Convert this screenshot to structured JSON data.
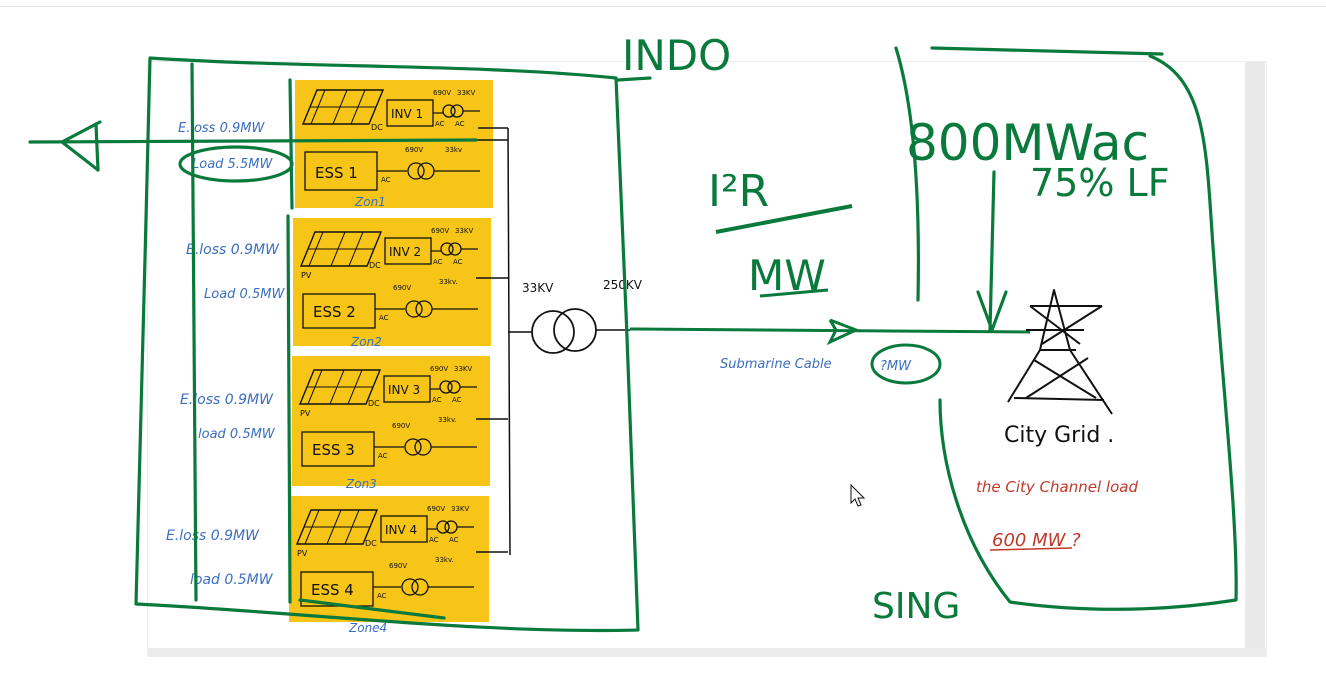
{
  "colors": {
    "ink_green": "#0a7a3c",
    "ink_black": "#111111",
    "zone_fill": "#f6c518",
    "blue_text": "#3b6fbf",
    "red_text": "#c0392b"
  },
  "regions": {
    "left": "INDO",
    "right": "SING"
  },
  "zones": [
    {
      "eloss": "E.loss 0.9MW",
      "load": "Load 5.5MW",
      "inv": "INV 1",
      "ess": "ESS 1",
      "label": "Zon1",
      "pv": "",
      "dc": "DC",
      "ac_a": "AC",
      "ac_b": "AC",
      "ac_c": "AC",
      "v1": "690V",
      "v2": "33KV",
      "v3": "690V",
      "v4": "33kv"
    },
    {
      "eloss": "E.loss 0.9MW",
      "load": "Load 0.5MW",
      "inv": "INV 2",
      "ess": "ESS 2",
      "label": "Zon2",
      "pv": "PV",
      "dc": "DC",
      "ac_a": "AC",
      "ac_b": "AC",
      "ac_c": "AC",
      "v1": "690V",
      "v2": "33KV",
      "v3": "690V",
      "v4": "33kv."
    },
    {
      "eloss": "E.loss 0.9MW",
      "load": "load 0.5MW",
      "inv": "INV 3",
      "ess": "ESS 3",
      "label": "Zon3",
      "pv": "PV",
      "dc": "DC",
      "ac_a": "AC",
      "ac_b": "AC",
      "ac_c": "AC",
      "v1": "690V",
      "v2": "33KV",
      "v3": "690V",
      "v4": "33kv."
    },
    {
      "eloss": "E.loss 0.9MW",
      "load": "load 0.5MW",
      "inv": "INV 4",
      "ess": "ESS 4",
      "label": "Zone4",
      "pv": "PV",
      "dc": "DC",
      "ac_a": "AC",
      "ac_b": "AC",
      "ac_c": "AC",
      "v1": "690V",
      "v2": "33KV",
      "v3": "690V",
      "v4": "33kv."
    }
  ],
  "transformer": {
    "left_kv": "33KV",
    "right_kv": "250KV"
  },
  "cable": {
    "label": "Submarine Cable",
    "mw": "?MW"
  },
  "formula": {
    "top": "I²R",
    "bottom": "MW"
  },
  "right_side": {
    "capacity": "800MWac",
    "lf": "75% LF",
    "grid_label": "City Grid .",
    "question_line1": "the City   Channel  load",
    "question_line2": "600      MW ?"
  }
}
